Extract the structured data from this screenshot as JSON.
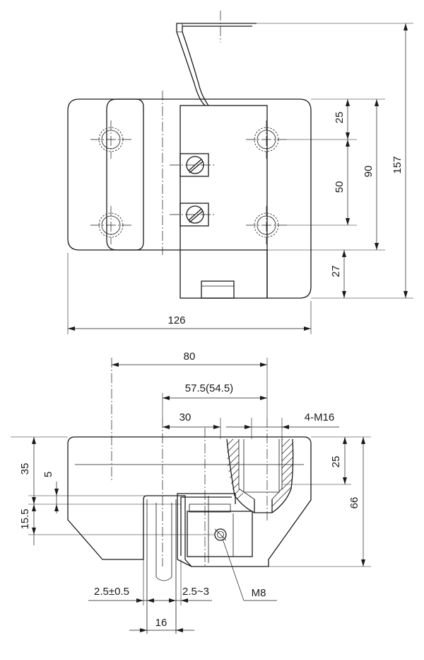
{
  "top_view": {
    "dim_width": "126",
    "dim_top_segment": "25",
    "dim_mid_segment": "50",
    "dim_hole_span": "90",
    "dim_total_height": "157",
    "dim_bottom_offset": "27"
  },
  "side_view": {
    "dim_80": "80",
    "dim_57_5": "57.5(54.5)",
    "dim_30": "30",
    "label_bolts": "4-M16",
    "dim_35": "35",
    "dim_5": "5",
    "dim_15_5": "15.5",
    "dim_25": "25",
    "dim_66": "66",
    "dim_gap": "2.5±0.5",
    "dim_gap2": "2.5~3",
    "dim_16": "16",
    "label_m8": "M8"
  }
}
